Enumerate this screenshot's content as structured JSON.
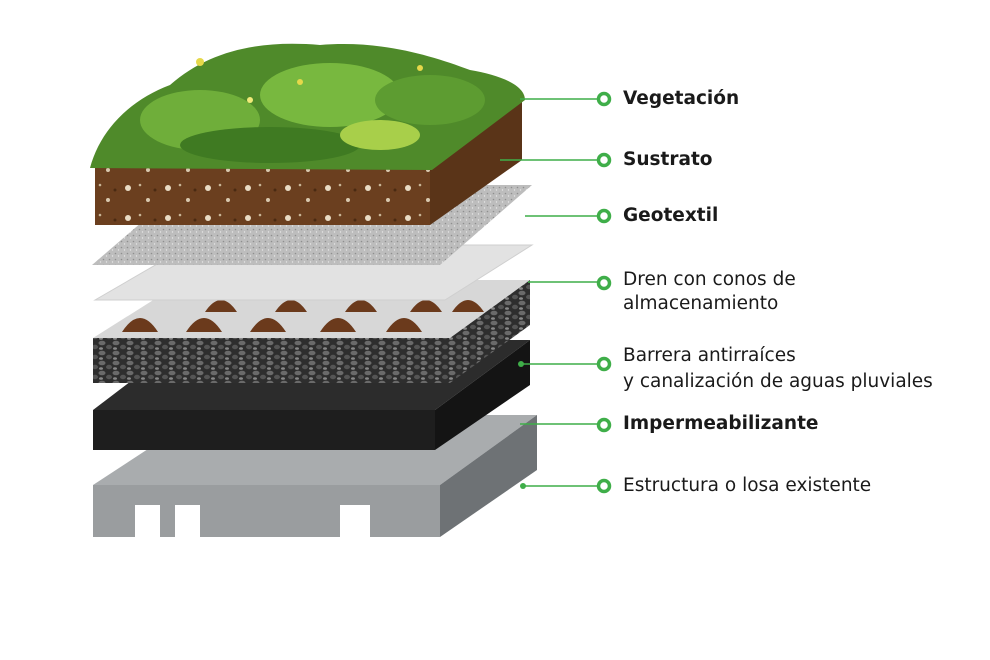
{
  "colors": {
    "accent": "#3fae49",
    "text": "#1a1a1a"
  },
  "layers": [
    {
      "lines": [
        "Vegetación"
      ]
    },
    {
      "lines": [
        "Sustrato"
      ]
    },
    {
      "lines": [
        "Geotextil"
      ]
    },
    {
      "lines": [
        "Dren con conos de",
        "almacenamiento"
      ]
    },
    {
      "lines": [
        "Barrera antirraíces",
        "y canalización de aguas pluviales"
      ]
    },
    {
      "lines": [
        "Impermeabilizante"
      ]
    },
    {
      "lines": [
        "Estructura o losa existente"
      ]
    }
  ]
}
